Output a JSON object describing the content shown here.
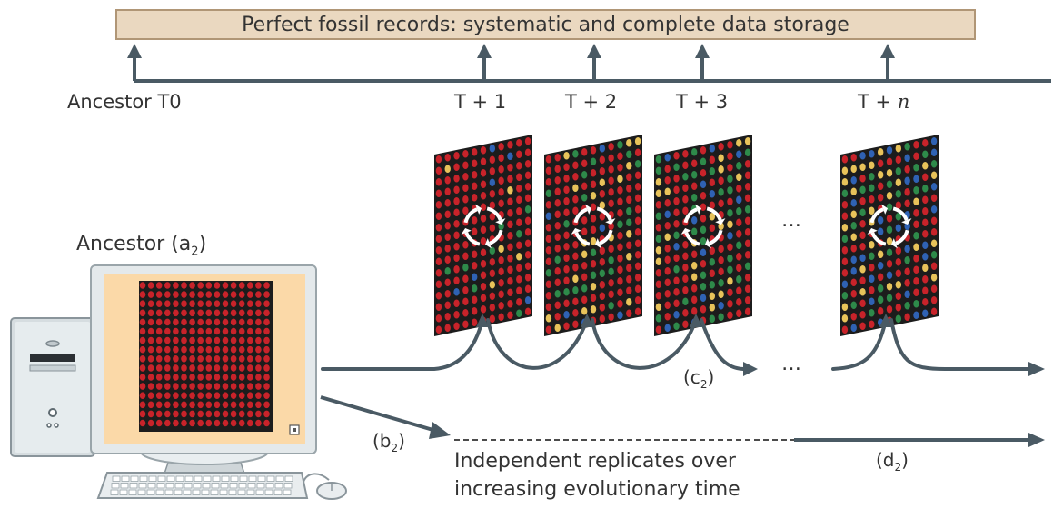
{
  "banner": {
    "text": "Perfect fossil records: systematic and complete data storage"
  },
  "labels": {
    "ancestor_t0": "Ancestor T0",
    "ancestor_a2_main": "Ancestor (a",
    "ancestor_a2_sub": "2",
    "ancestor_a2_close": ")",
    "b2_main": "(b",
    "b2_sub": "2",
    "b2_close": ")",
    "c2_main": "(c",
    "c2_sub": "2",
    "c2_close": ")",
    "d2_main": "(d",
    "d2_sub": "2",
    "d2_close": ")",
    "ellipsis_grids": "…",
    "ellipsis_arrows": "…",
    "replicates_line1": "Independent replicates over",
    "replicates_line2": "increasing evolutionary time"
  },
  "timepoints": [
    {
      "prefix": "T + ",
      "value": "1"
    },
    {
      "prefix": "T + ",
      "value": "2"
    },
    {
      "prefix": "T + ",
      "value": "3"
    },
    {
      "prefix": "T + ",
      "value": "n"
    }
  ],
  "colors": {
    "arrow": "#4a5a64",
    "banner_fill": "#ead8c0",
    "banner_border": "#b09676",
    "grid_bg": "#1c1c1c",
    "cell_red": "#c8232a",
    "cell_green": "#2e8a4a",
    "cell_yellow": "#e8c35a",
    "cell_blue": "#2f62b4",
    "monitor_screen": "#fbd9a8"
  },
  "icons": [
    "computer-tower-icon",
    "monitor-icon",
    "keyboard-icon",
    "mouse-icon",
    "cycle-arrows-icon"
  ]
}
